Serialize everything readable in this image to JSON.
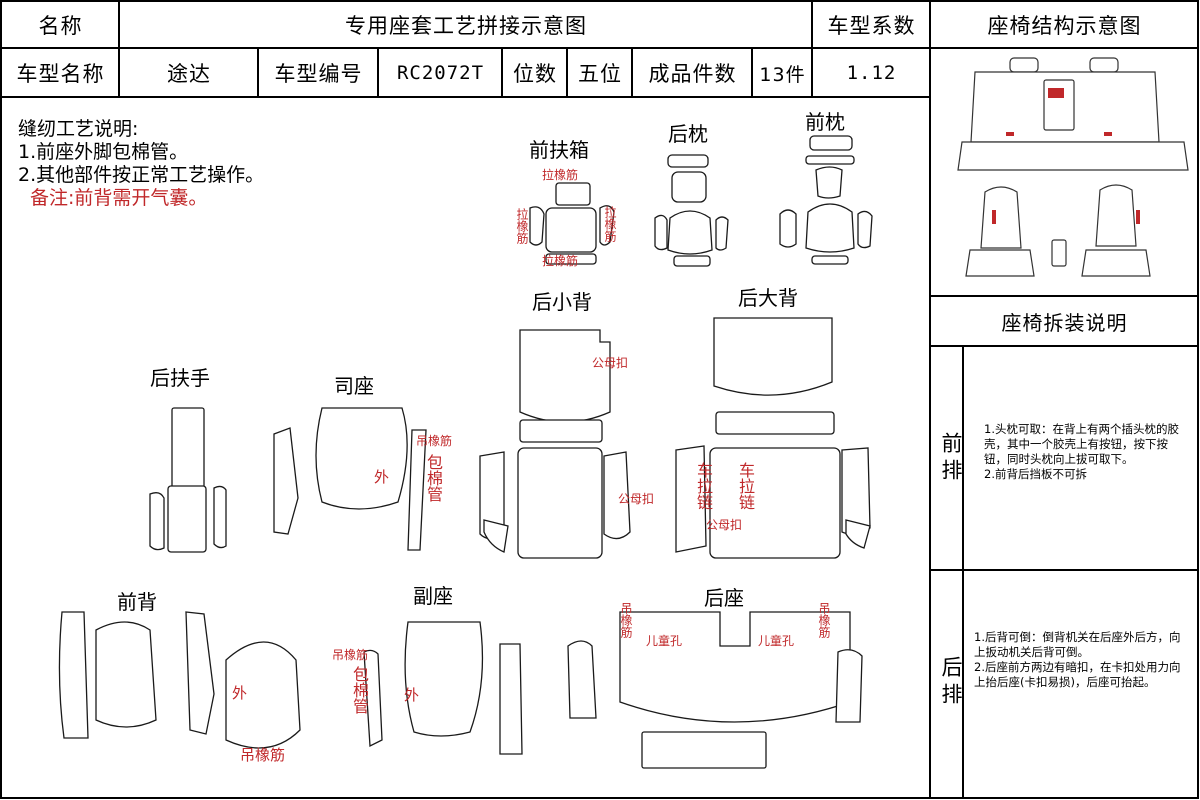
{
  "header": {
    "name_label": "名称",
    "doc_title": "专用座套工艺拼接示意图",
    "coef_label": "车型系数",
    "structure_label": "座椅结构示意图",
    "model_name_label": "车型名称",
    "model_name": "途达",
    "model_code_label": "车型编号",
    "model_code": "RC2072T",
    "seats_label": "位数",
    "seats_value": "五位",
    "pieces_label": "成品件数",
    "pieces_value": "13件",
    "coef_value": "1.12"
  },
  "notes": {
    "title": "缝纫工艺说明:",
    "line1": "1.前座外脚包棉管。",
    "line2": "2.其他部件按正常工艺操作。",
    "remark": "备注:前背需开气囊。"
  },
  "parts": {
    "front_armbox": "前扶箱",
    "rear_pillow": "后枕",
    "front_pillow": "前枕",
    "rear_small_back": "后小背",
    "rear_big_back": "后大背",
    "rear_armrest": "后扶手",
    "driver_seat": "司座",
    "front_back": "前背",
    "passenger_seat": "副座",
    "rear_seat": "后座"
  },
  "annotations": {
    "pull_rubber": "拉橡筋",
    "pull_rubber_v": "拉橡筋",
    "hang_rubber": "吊橡筋",
    "hang_rubber_v": "吊橡筋",
    "wrap_tube_v": "包棉管",
    "outside": "外",
    "snap": "公母扣",
    "zipper_v": "车拉链",
    "child_hole": "儿童孔"
  },
  "right_panel": {
    "disassembly_title": "座椅拆装说明",
    "front_row_label": "前排",
    "front_row_text1": "1.头枕可取：在背上有两个插头枕的胶壳，其中一个胶壳上有按钮，按下按钮，同时头枕向上拔可取下。",
    "front_row_text2": "2.前背后挡板不可拆",
    "rear_row_label": "后排",
    "rear_row_text1": "1.后背可倒：倒背机关在后座外后方，向上扳动机关后背可倒。",
    "rear_row_text2": "2.后座前方两边有暗扣，在卡扣处用力向上抬后座(卡扣易损)，后座可抬起。"
  }
}
